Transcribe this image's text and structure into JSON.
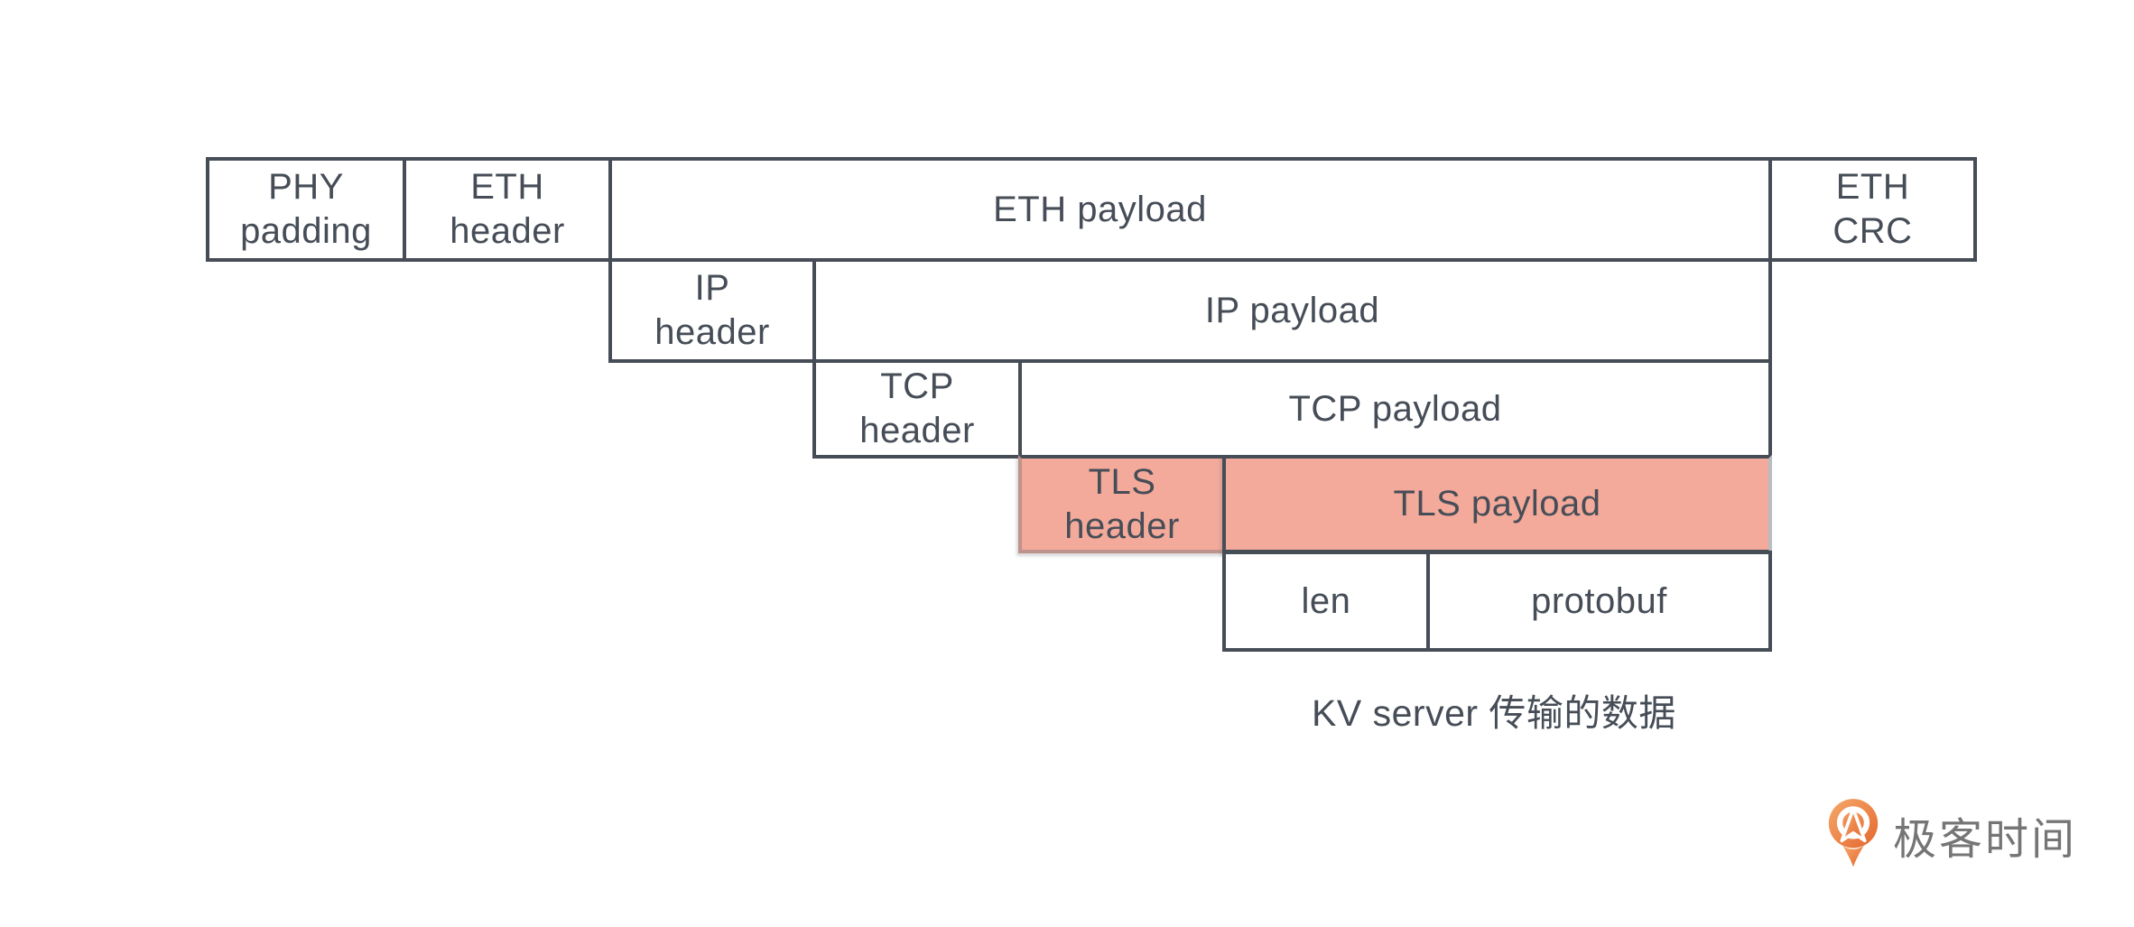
{
  "diagram": {
    "caption": "KV server 传输的数据",
    "boxes": {
      "phy_padding": {
        "label": "PHY\npadding"
      },
      "eth_header": {
        "label": "ETH\nheader"
      },
      "eth_payload": {
        "label": "ETH payload"
      },
      "eth_crc": {
        "label": "ETH\nCRC"
      },
      "ip_header": {
        "label": "IP\nheader"
      },
      "ip_payload": {
        "label": "IP payload"
      },
      "tcp_header": {
        "label": "TCP\nheader"
      },
      "tcp_payload": {
        "label": "TCP payload"
      },
      "tls_header": {
        "label": "TLS\nheader"
      },
      "tls_payload": {
        "label": "TLS payload"
      },
      "len": {
        "label": "len"
      },
      "protobuf": {
        "label": "protobuf"
      }
    }
  },
  "logo": {
    "brand": "极客时间",
    "icon": "geektime-pin-logo"
  },
  "colors": {
    "outline": "#464D57",
    "highlight_fill": "#F3AA9B",
    "highlight_muted_border": "#BD938B",
    "brand_orange_light": "#F6A96B",
    "brand_orange_dark": "#E4672E",
    "brand_text_gray": "#757575"
  }
}
